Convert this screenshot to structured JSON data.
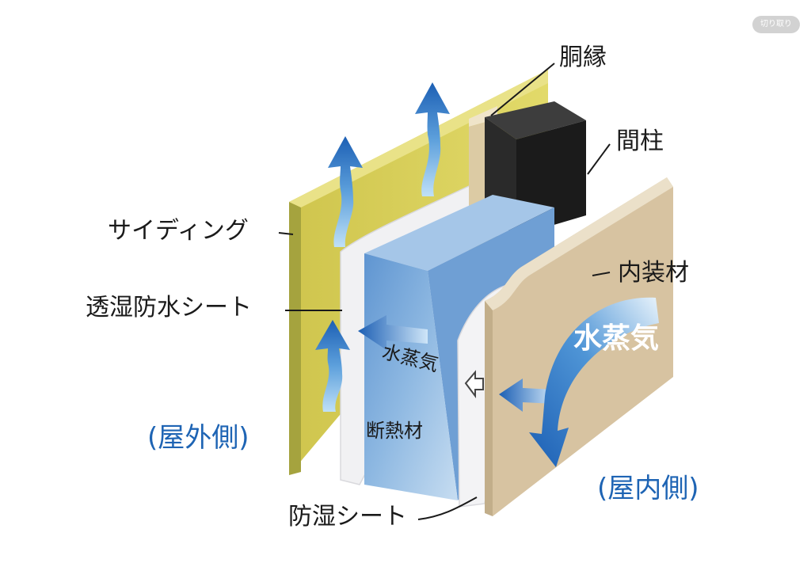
{
  "toolbar": {
    "crop_label": "切り取り"
  },
  "labels": {
    "dobuchi": "胴縁",
    "mabashira": "間柱",
    "siding": "サイディング",
    "breathable_sheet": "透湿防水シート",
    "interior_material": "内装材",
    "vapor_barrier": "防湿シート",
    "insulation": "断熱材",
    "vapor_inner": "水蒸気",
    "vapor_cavity": "水蒸気"
  },
  "sides": {
    "outdoor": "(屋外側)",
    "indoor": "(屋内側)"
  },
  "colors": {
    "siding": "#d8cf55",
    "siding_dark": "#a6a23e",
    "sheet": "#f2f2f4",
    "insulation": "#86b2de",
    "stud": "#1c1c1c",
    "furring": "#e2d4b6",
    "interior": "#d7c4a2",
    "arrow_blue": "#1d63b8"
  }
}
